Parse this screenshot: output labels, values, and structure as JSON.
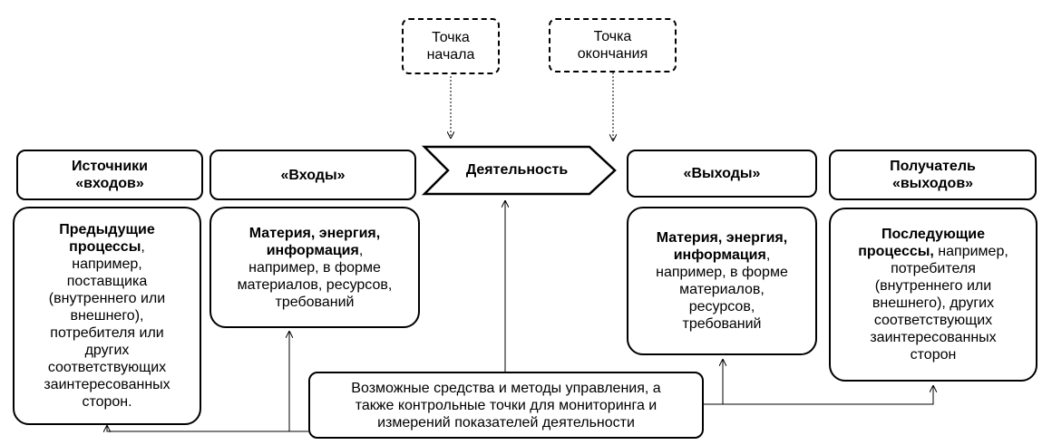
{
  "start_point": {
    "line1": "Точка",
    "line2": "начала"
  },
  "end_point": {
    "line1": "Точка",
    "line2": "окончания"
  },
  "activity": "Деятельность",
  "headers": {
    "sources": {
      "line1": "Источники",
      "line2": "«входов»"
    },
    "inputs": "«Входы»",
    "outputs": "«Выходы»",
    "receivers": {
      "line1": "Получатель",
      "line2": "«выходов»"
    }
  },
  "sources_box": {
    "bold1": "Предыдущие",
    "bold2": "процессы",
    "rest1": ",",
    "lines": [
      "например,",
      "поставщика",
      "(внутреннего или",
      "внешнего),",
      "потребителя или",
      "других",
      "соответствующих",
      "заинтересованных",
      "сторон."
    ]
  },
  "inputs_box": {
    "bold1": "Материя, энергия,",
    "bold2": "информация",
    "rest2": ",",
    "lines": [
      "например, в форме",
      "материалов, ресурсов,",
      "требований"
    ]
  },
  "outputs_box": {
    "bold1": "Материя, энергия,",
    "bold2": "информация",
    "rest2": ",",
    "lines": [
      "например, в форме",
      "материалов,",
      "ресурсов,",
      "требований"
    ]
  },
  "receivers_box": {
    "bold1": "Последующие",
    "bold2": "процессы,",
    "rest2": " например,",
    "lines": [
      "потребителя",
      "(внутреннего или",
      "внешнего),  других",
      "соответствующих",
      "заинтересованных",
      "сторон"
    ]
  },
  "control_box": {
    "lines": [
      "Возможные средства и методы управления, а",
      "также контрольные точки для мониторинга и",
      "измерений показателей деятельности"
    ]
  }
}
